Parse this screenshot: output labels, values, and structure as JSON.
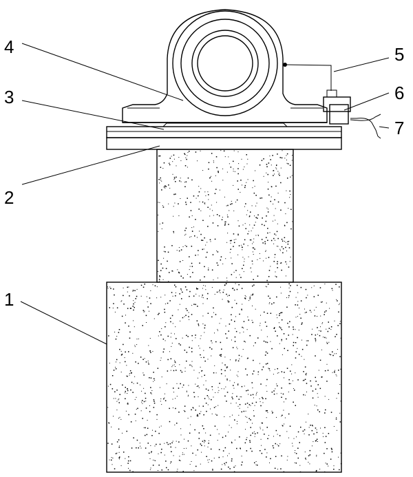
{
  "labels": {
    "l1": "1",
    "l2": "2",
    "l3": "3",
    "l4": "4",
    "l5": "5",
    "l6": "6",
    "l7": "7"
  },
  "colors": {
    "line": "#000000",
    "background": "#ffffff"
  }
}
